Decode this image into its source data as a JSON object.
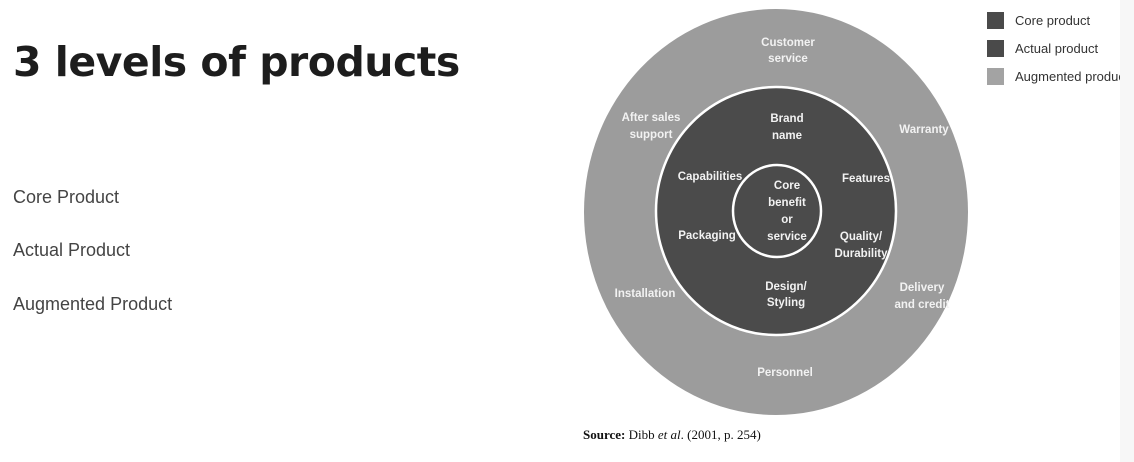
{
  "slide": {
    "title": "3 levels of products",
    "bullets": [
      "Core Product",
      "Actual Product",
      "Augmented Product"
    ]
  },
  "diagram": {
    "core": [
      "Core",
      "benefit",
      "or",
      "service"
    ],
    "actual": {
      "brand": [
        "Brand",
        "name"
      ],
      "capabilities": "Capabilities",
      "features": "Features",
      "packaging": "Packaging",
      "quality": [
        "Quality/",
        "Durability"
      ],
      "design": [
        "Design/",
        "Styling"
      ]
    },
    "augmented": {
      "customer_service": [
        "Customer",
        "service"
      ],
      "after_sales": [
        "After sales",
        "support"
      ],
      "warranty": "Warranty",
      "installation": "Installation",
      "delivery": [
        "Delivery",
        "and credit"
      ],
      "personnel": "Personnel"
    },
    "legend": [
      {
        "label": "Core product",
        "color": "#4a4a4a"
      },
      {
        "label": "Actual product",
        "color": "#4a4a4a"
      },
      {
        "label": "Augmented product",
        "color": "#a3a3a3"
      }
    ],
    "colors": {
      "augmented": "#9c9c9c",
      "actual": "#4b4b4b",
      "ring": "#ffffff"
    },
    "source_label": "Source:",
    "source_author": "Dibb ",
    "source_etal": "et al",
    "source_rest": ". (2001, p. 254)"
  }
}
